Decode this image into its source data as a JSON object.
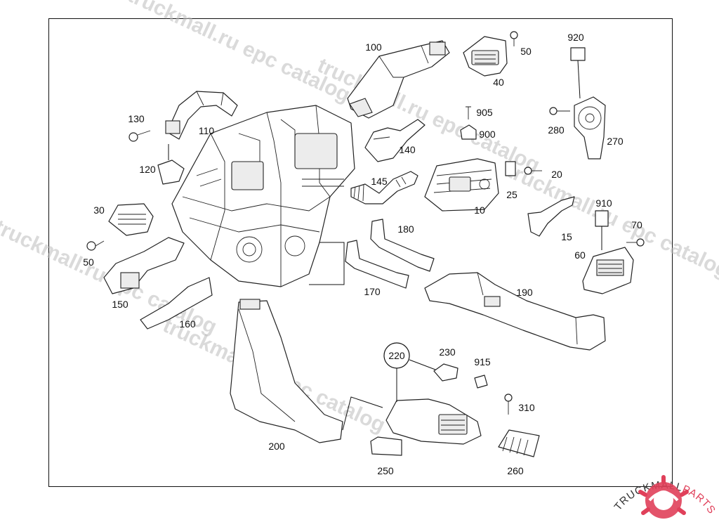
{
  "watermark": {
    "text_a": "truckmall.ru epc catalog",
    "text_b": "truckmall.ru epc catalog",
    "text_c": "truckmall.ru epc catalog",
    "text_d": "truckmall.ru epc catalog",
    "text_e": "truckmall.ru epc catalog"
  },
  "logo": {
    "word_left": "TRUCKMALL",
    "word_right": "PARTS",
    "color_dark": "#333333",
    "color_accent": "#e0405a"
  },
  "callouts": {
    "c100": "100",
    "c50a": "50",
    "c40": "40",
    "c920": "920",
    "c130": "130",
    "c110": "110",
    "c905": "905",
    "c900": "900",
    "c280": "280",
    "c270": "270",
    "c120": "120",
    "c140": "140",
    "c20": "20",
    "c145": "145",
    "c25": "25",
    "c10": "10",
    "c30": "30",
    "c910": "910",
    "c70": "70",
    "c180": "180",
    "c15": "15",
    "c50b": "50",
    "c60": "60",
    "c150": "150",
    "c170": "170",
    "c190": "190",
    "c160": "160",
    "c220": "220",
    "c230": "230",
    "c915": "915",
    "c310": "310",
    "c200": "200",
    "c250": "250",
    "c260": "260"
  }
}
